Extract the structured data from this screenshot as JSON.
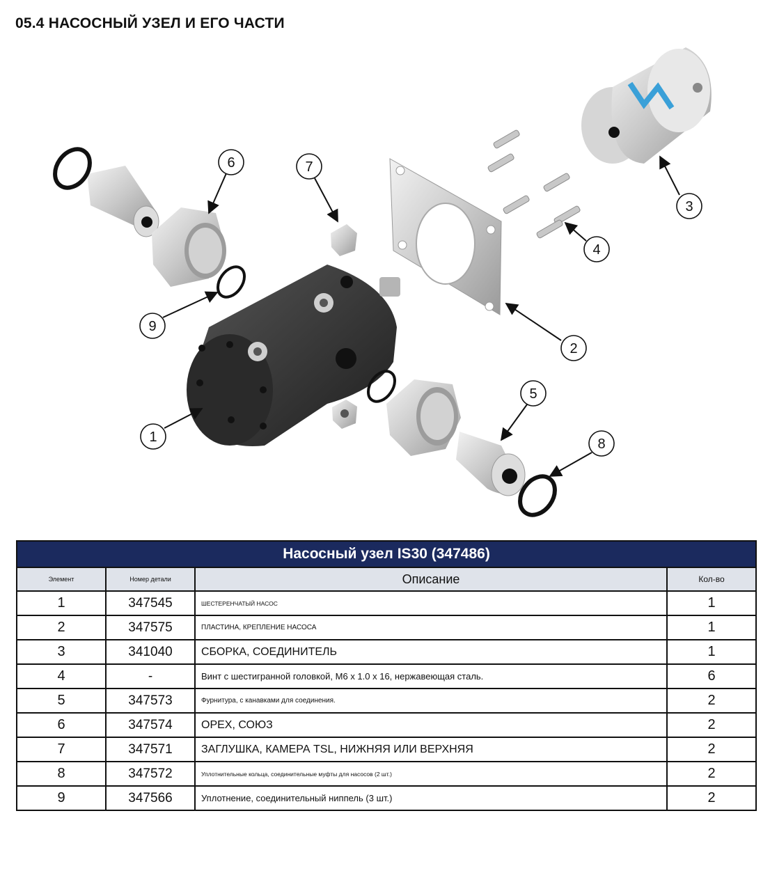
{
  "page": {
    "title": "05.4 НАСОСНЫЙ УЗЕЛ И ЕГО ЧАСТИ"
  },
  "diagram": {
    "callouts": [
      "1",
      "2",
      "3",
      "4",
      "5",
      "6",
      "7",
      "8",
      "9"
    ]
  },
  "table": {
    "title": "Насосный узел IS30 (347486)",
    "headers": {
      "item": "Элемент",
      "part": "Номер детали",
      "description": "Описание",
      "qty": "Кол-во"
    },
    "rows": [
      {
        "item": "1",
        "part": "347545",
        "description": "ШЕСТЕРЕНЧАТЫЙ НАСОС",
        "qty": "1"
      },
      {
        "item": "2",
        "part": "347575",
        "description": "ПЛАСТИНА, КРЕПЛЕНИЕ НАСОСА",
        "qty": "1"
      },
      {
        "item": "3",
        "part": "341040",
        "description": "СБОРКА, СОЕДИНИТЕЛЬ",
        "qty": "1"
      },
      {
        "item": "4",
        "part": "-",
        "description": "Винт с шестигранной головкой, M6 x 1.0 x 16, нержавеющая сталь.",
        "qty": "6"
      },
      {
        "item": "5",
        "part": "347573",
        "description": "Фурнитура, с канавками для соединения.",
        "qty": "2"
      },
      {
        "item": "6",
        "part": "347574",
        "description": "ОРЕХ, СОЮЗ",
        "qty": "2"
      },
      {
        "item": "7",
        "part": "347571",
        "description": "ЗАГЛУШКА, КАМЕРА TSL, НИЖНЯЯ ИЛИ ВЕРХНЯЯ",
        "qty": "2"
      },
      {
        "item": "8",
        "part": "347572",
        "description": "Уплотнительные кольца, соединительные муфты для насосов (2 шт.)",
        "qty": "2"
      },
      {
        "item": "9",
        "part": "347566",
        "description": "Уплотнение, соединительный ниппель (3 шт.)",
        "qty": "2"
      }
    ]
  }
}
